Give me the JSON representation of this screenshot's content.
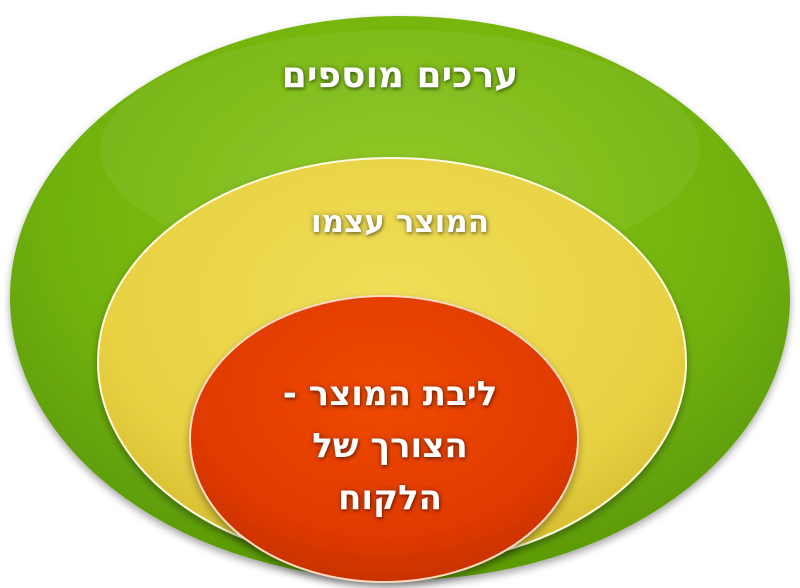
{
  "diagram": {
    "type": "nested-ellipses",
    "layers": [
      {
        "id": "outer",
        "label": "ערכים מוספים",
        "color": "#6eaf0c"
      },
      {
        "id": "middle",
        "label": "המוצר עצמו",
        "color": "#ead442"
      },
      {
        "id": "inner",
        "lines": [
          "ליבת המוצר -",
          "הצורך של",
          "הלקוח"
        ],
        "color": "#e03a00"
      }
    ]
  }
}
